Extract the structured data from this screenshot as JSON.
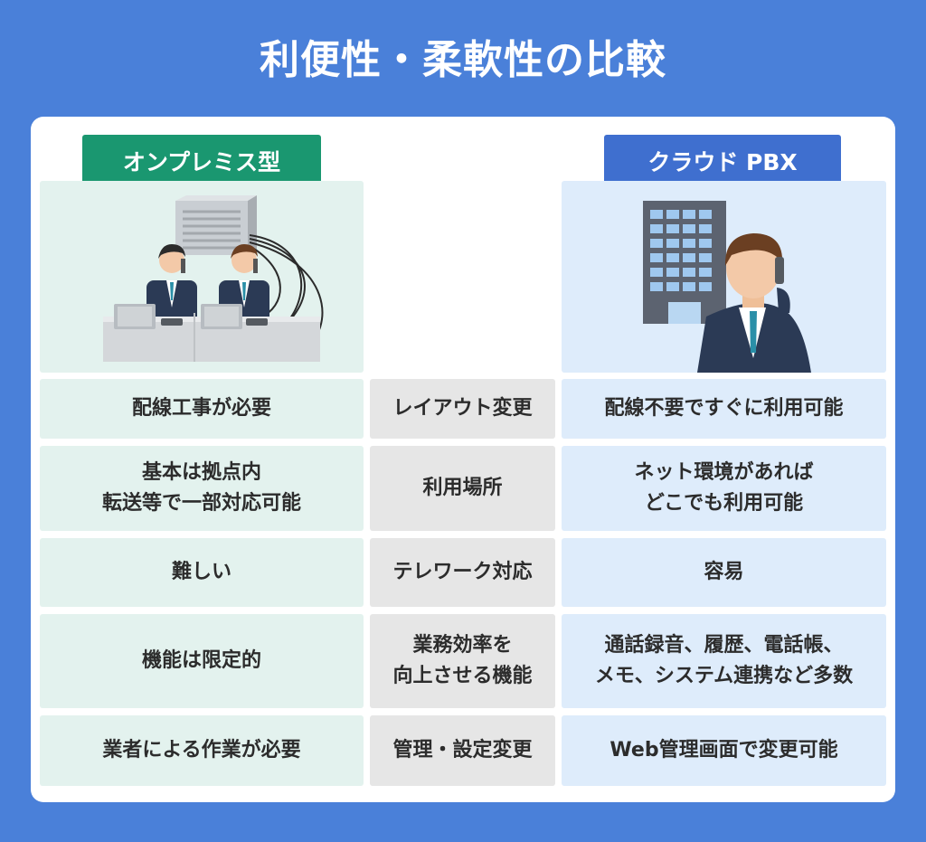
{
  "title": "利便性・柔軟性の比較",
  "headers": {
    "left": "オンプレミス型",
    "right": "クラウド PBX"
  },
  "rows": [
    {
      "left": "配線工事が必要",
      "middle": "レイアウト変更",
      "right": "配線不要ですぐに利用可能"
    },
    {
      "left": "基本は拠点内\n転送等で一部対応可能",
      "middle": "利用場所",
      "right": "ネット環境があれば\nどこでも利用可能"
    },
    {
      "left": "難しい",
      "middle": "テレワーク対応",
      "right": "容易"
    },
    {
      "left": "機能は限定的",
      "middle": "業務効率を\n向上させる機能",
      "right": "通話録音、履歴、電話帳、\nメモ、システム連携など多数"
    },
    {
      "left": "業者による作業が必要",
      "middle": "管理・設定変更",
      "right": "Web管理画面で変更可能"
    }
  ],
  "colors": {
    "background": "#4a80d9",
    "onpremise_accent": "#1a9770",
    "cloud_accent": "#3f6fcf",
    "onpremise_bg": "#e3f2ee",
    "cloud_bg": "#deecfb",
    "middle_bg": "#e6e6e6"
  },
  "illustrations": {
    "left": "office-workers-on-phones-illustration",
    "right": "businessman-on-phone-building-illustration"
  }
}
